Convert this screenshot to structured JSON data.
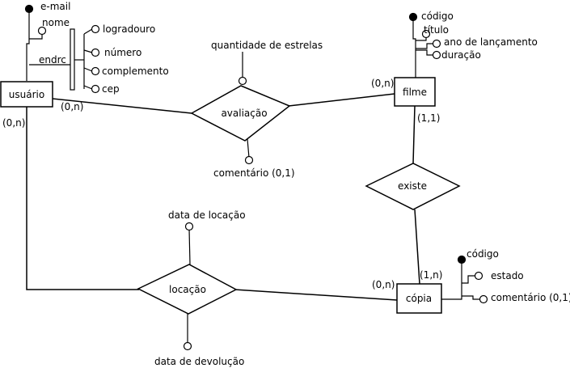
{
  "entities": {
    "usuario": "usuário",
    "filme": "filme",
    "copia": "cópia"
  },
  "relationships": {
    "avaliacao": "avaliação",
    "existe": "existe",
    "locacao": "locação"
  },
  "attributes": {
    "usuario_email": "e-mail",
    "usuario_nome": "nome",
    "usuario_endrc": "endrc",
    "endrc_logradouro": "logradouro",
    "endrc_numero": "número",
    "endrc_complemento": "complemento",
    "endrc_cep": "cep",
    "avaliacao_estrelas": "quantidade de estrelas",
    "avaliacao_comentario": "comentário (0,1)",
    "filme_codigo": "código",
    "filme_titulo": "título",
    "filme_ano": "ano de lançamento",
    "filme_duracao": "duração",
    "locacao_data_locacao": "data de locação",
    "locacao_data_devolucao": "data de devolução",
    "copia_codigo": "código",
    "copia_estado": "estado",
    "copia_comentario": "comentário (0,1)"
  },
  "cardinalities": {
    "usuario_avaliacao": "(0,n)",
    "filme_avaliacao": "(0,n)",
    "usuario_locacao": "(0,n)",
    "filme_existe": "(1,1)",
    "copia_existe": "(1,n)",
    "copia_locacao": "(0,n)"
  }
}
